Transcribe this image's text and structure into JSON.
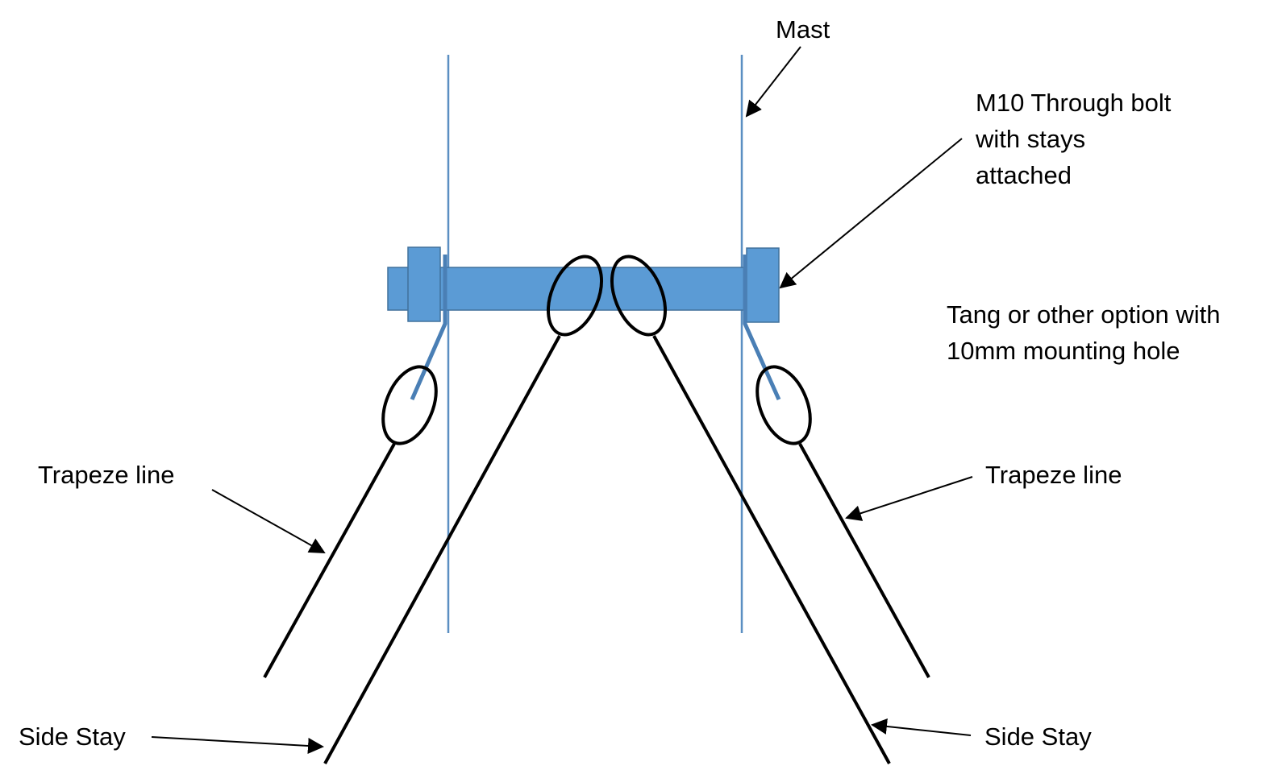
{
  "labels": {
    "mast": "Mast",
    "bolt": [
      "M10 Through bolt",
      "with stays",
      "attached"
    ],
    "tang": [
      "Tang or other option with",
      "10mm mounting hole"
    ],
    "trapeze_left": "Trapeze line",
    "trapeze_right": "Trapeze line",
    "side_stay_left": "Side Stay",
    "side_stay_right": "Side Stay"
  },
  "colors": {
    "mast": "#5b8fc2",
    "bolt_fill": "#5b9bd5",
    "bolt_stroke": "#41719c",
    "tang": "#4a7fb5",
    "line": "#000000"
  }
}
